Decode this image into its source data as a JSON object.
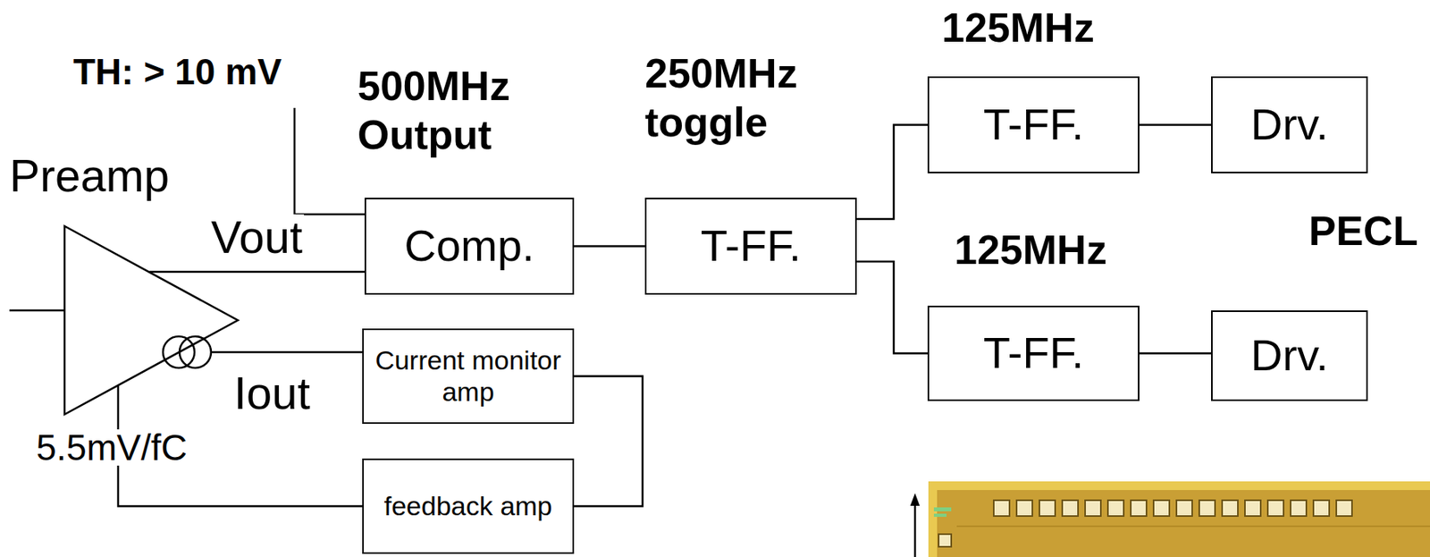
{
  "diagram": {
    "nodes": [
      {
        "text": [
          "Preamp"
        ]
      },
      {
        "text": [
          "Comp."
        ]
      },
      {
        "text": [
          "T-FF."
        ]
      },
      {
        "text": [
          "T-FF."
        ]
      },
      {
        "text": [
          "Drv."
        ]
      },
      {
        "text": [
          "T-FF."
        ]
      },
      {
        "text": [
          "Drv."
        ]
      },
      {
        "text": [
          "Current monitor amp"
        ]
      },
      {
        "text": [
          "feedback amp"
        ]
      }
    ],
    "edges": [
      {
        "from": 0,
        "to": 1,
        "label": "Vout",
        "arrow": "none"
      },
      {
        "from": 1,
        "to": 2,
        "arrow": "none"
      },
      {
        "from": 2,
        "to": 3,
        "arrow": "none"
      },
      {
        "from": 2,
        "to": 5,
        "arrow": "none"
      },
      {
        "from": 3,
        "to": 4,
        "arrow": "none"
      },
      {
        "from": 5,
        "to": 6,
        "arrow": "none"
      },
      {
        "from": 0,
        "to": 7,
        "label": "Iout",
        "arrow": "none"
      },
      {
        "from": 7,
        "to": 8,
        "arrow": "none"
      },
      {
        "from": 8,
        "to": 0,
        "label": "5.5mV/fC",
        "arrow": "none"
      }
    ],
    "labels": [
      "TH: > 10 mV",
      "500MHz Output",
      "250MHz toggle",
      "125MHz",
      "125MHz",
      "PECL"
    ]
  }
}
